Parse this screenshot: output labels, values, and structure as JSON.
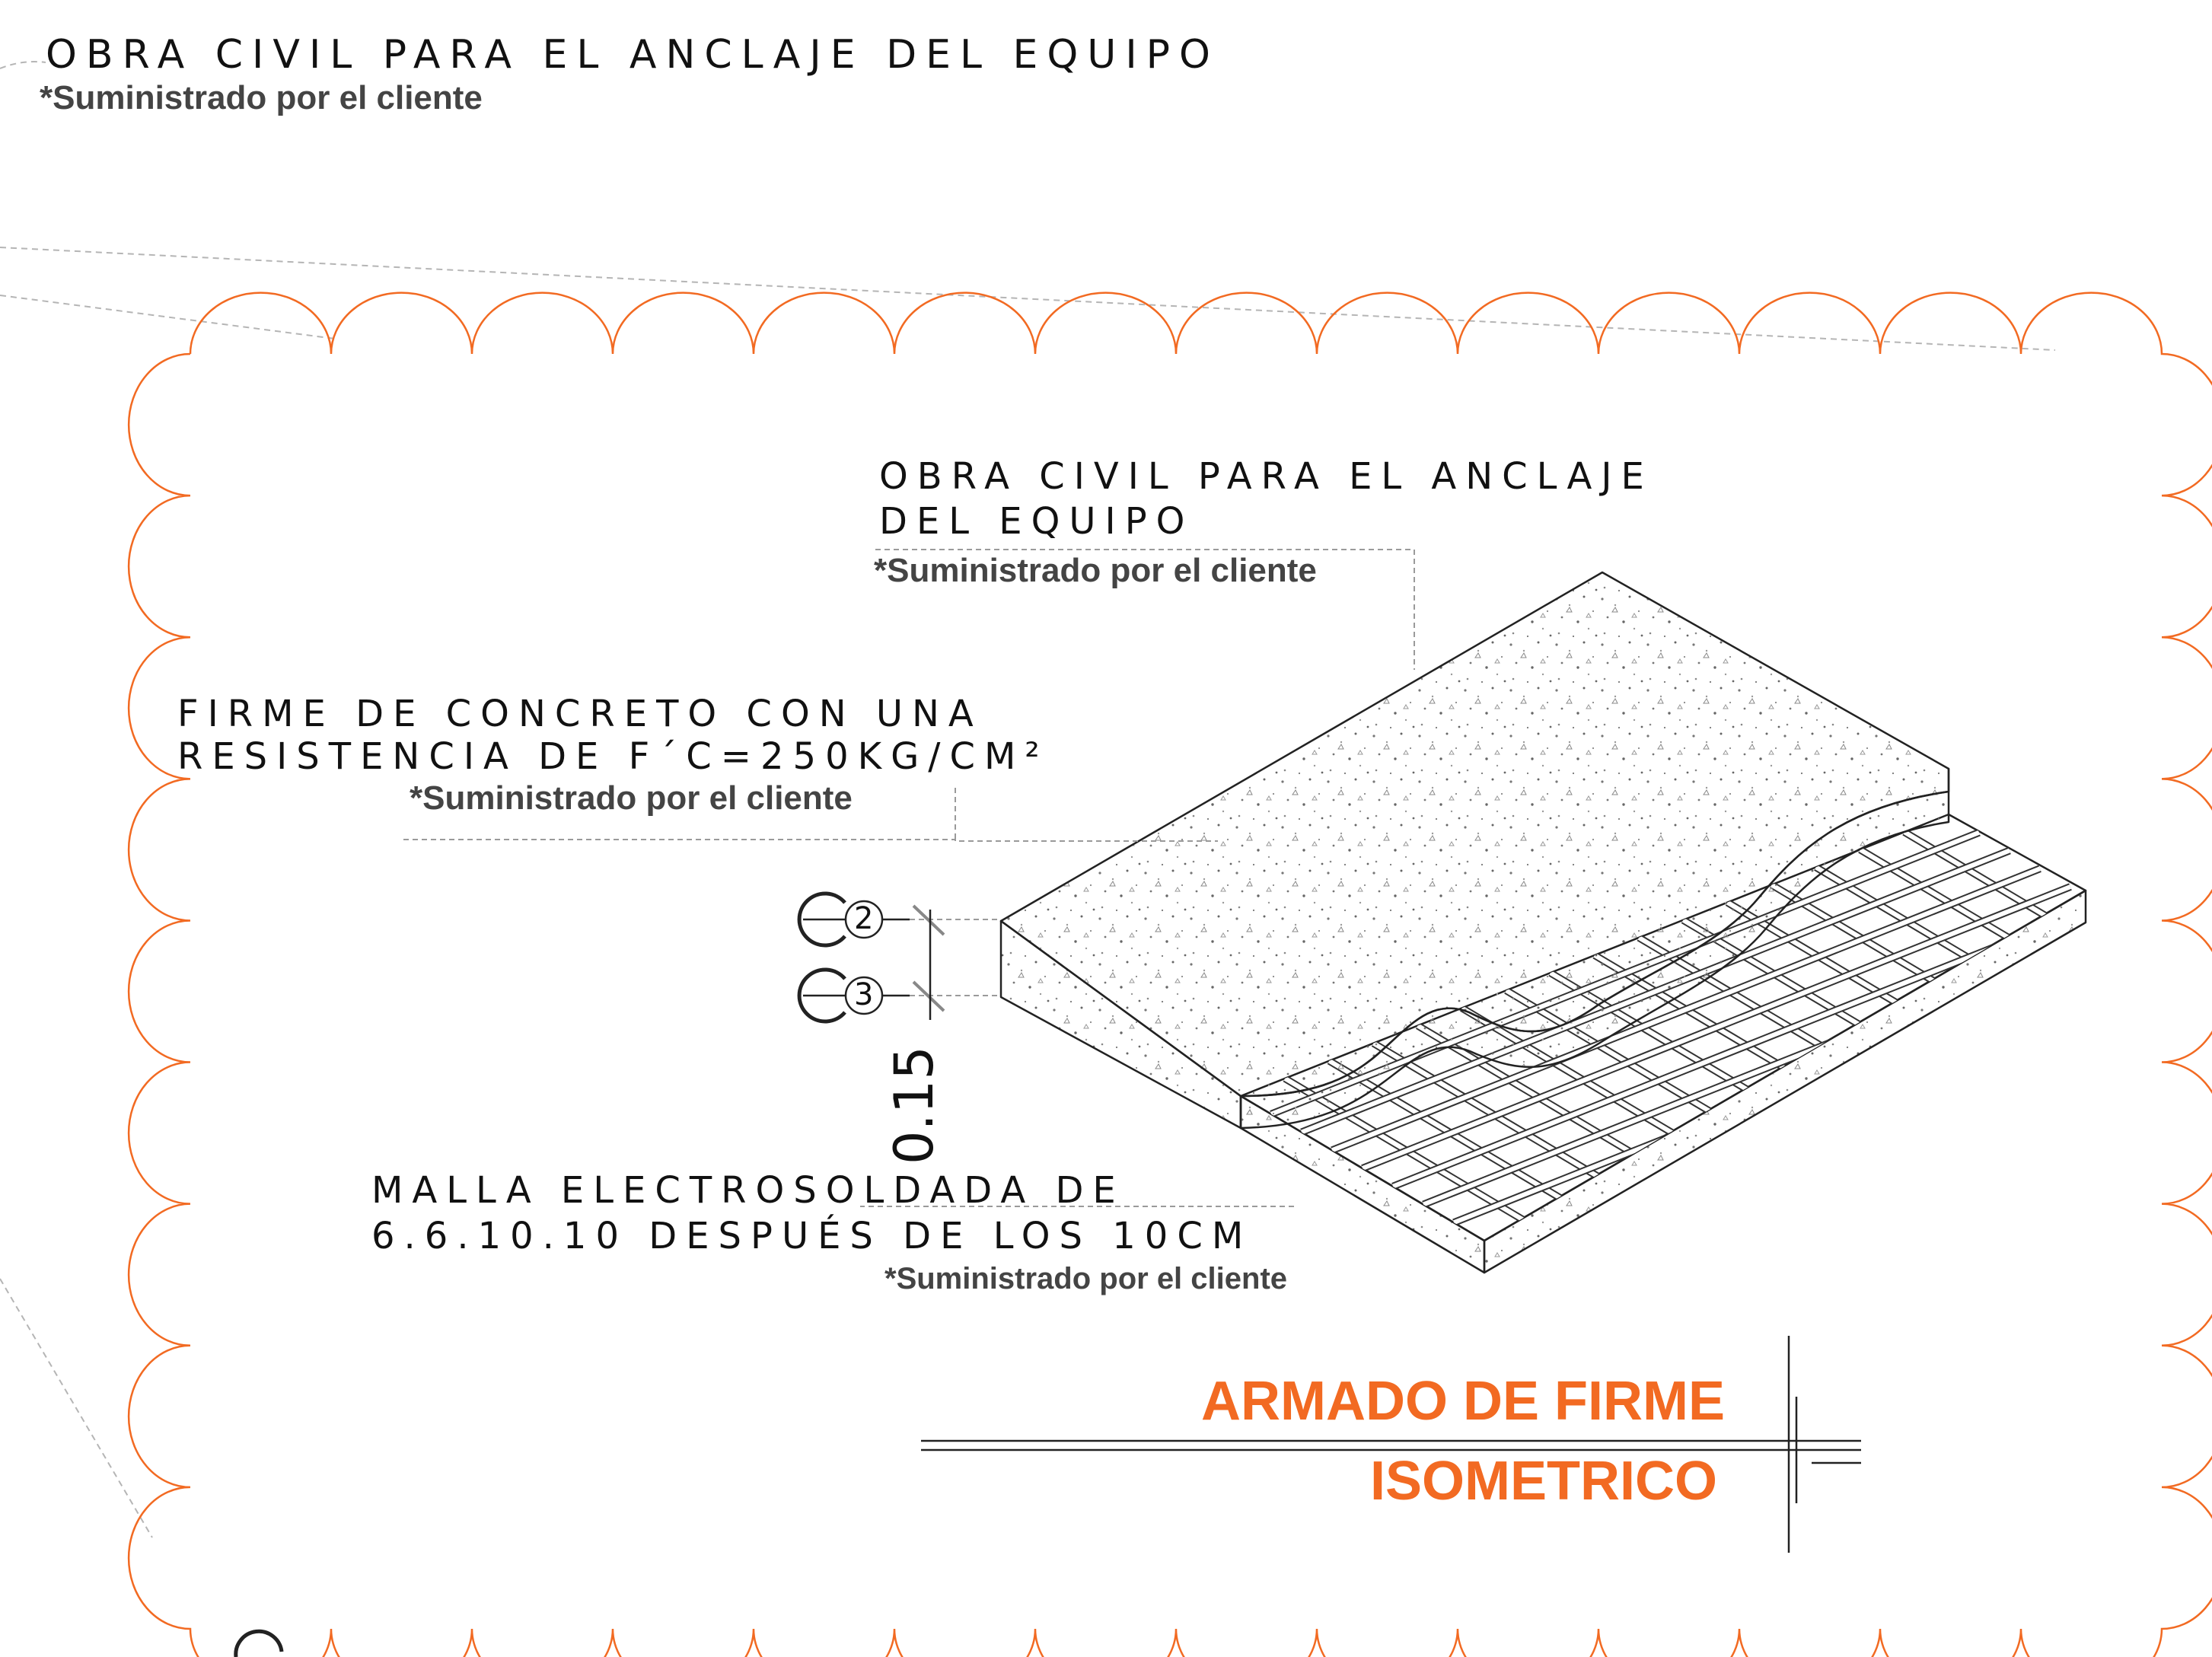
{
  "header": {
    "title": "OBRA CIVIL PARA EL ANCLAJE DEL EQUIPO",
    "note": "*Suministrado por el cliente"
  },
  "labels": {
    "anchor_line1": "OBRA CIVIL PARA EL ANCLAJE",
    "anchor_line2": "DEL EQUIPO",
    "anchor_note": "*Suministrado por el cliente",
    "slab_line1": "FIRME DE CONCRETO CON UNA",
    "slab_line2": "RESISTENCIA DE F´C=250KG/CM²",
    "slab_note": "*Suministrado por el cliente",
    "mesh_line1": "MALLA ELECTROSOLDADA DE",
    "mesh_line2": "6.6.10.10 DESPUÉS DE LOS 10CM",
    "mesh_note": "*Suministrado por el cliente"
  },
  "markers": {
    "upper": "2",
    "lower": "3"
  },
  "dimension": "0.15",
  "drawing_title": {
    "line1": "ARMADO DE FIRME",
    "line2": "ISOMETRICO"
  },
  "colors": {
    "accent": "#f26a22",
    "line": "#222222",
    "guide": "#9a9a9a"
  }
}
